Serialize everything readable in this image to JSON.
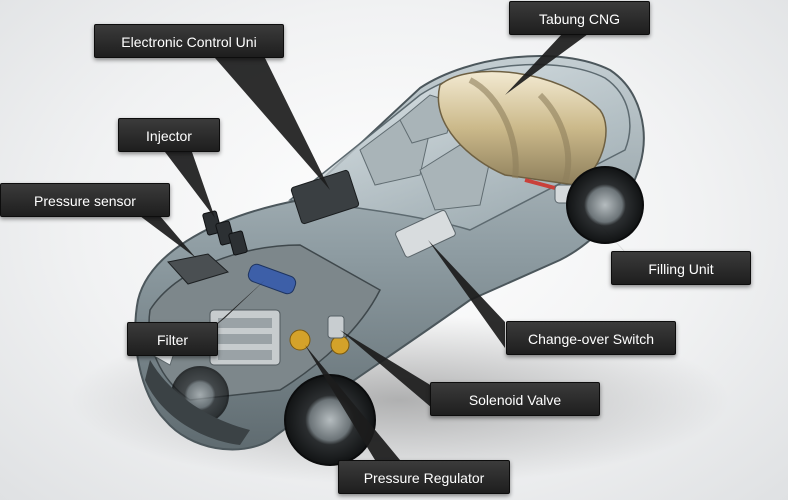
{
  "diagram": {
    "labels": {
      "tabung_cng": "Tabung CNG",
      "ecu": "Electronic Control Uni",
      "injector": "Injector",
      "pressure_sensor": "Pressure sensor",
      "filter": "Filter",
      "filling_unit": "Filling Unit",
      "change_over_switch": "Change-over Switch",
      "solenoid_valve": "Solenoid Valve",
      "pressure_regulator": "Pressure Regulator"
    },
    "colors": {
      "callout_bg": "#2a2a2a",
      "callout_text": "#ffffff",
      "leader_line": "#1c1c1c",
      "car_body": "#8f9ea4",
      "cng_tank": "#d9c9a0",
      "highlight_brass": "#d4a22a"
    },
    "illustration": "transparent-car-cutaway"
  }
}
